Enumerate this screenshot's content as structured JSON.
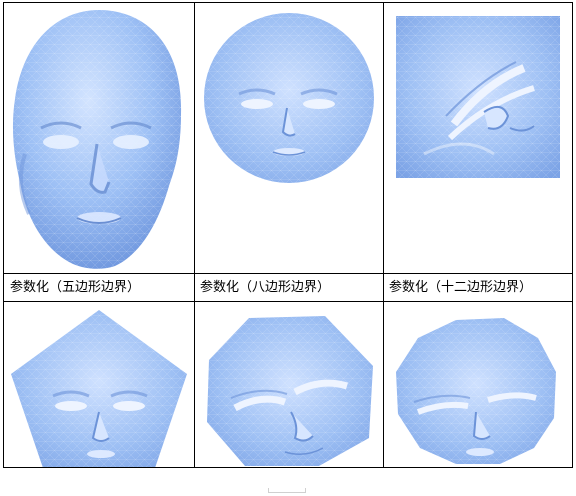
{
  "captions": [
    "参数化（五边形边界）",
    "参数化（八边形边界）",
    "参数化（十二边形边界）"
  ],
  "colors": {
    "mesh_light": "#c6dbff",
    "mesh_mid": "#8fb6f3",
    "mesh_dark": "#5d8ad8",
    "grid_line": "#000000"
  },
  "images": [
    {
      "name": "3d-face-model-image"
    },
    {
      "name": "disk-parameterization-image"
    },
    {
      "name": "square-parameterization-image"
    },
    {
      "name": "pentagon-parameterization-image"
    },
    {
      "name": "octagon-parameterization-image"
    },
    {
      "name": "dodecagon-parameterization-image"
    }
  ]
}
